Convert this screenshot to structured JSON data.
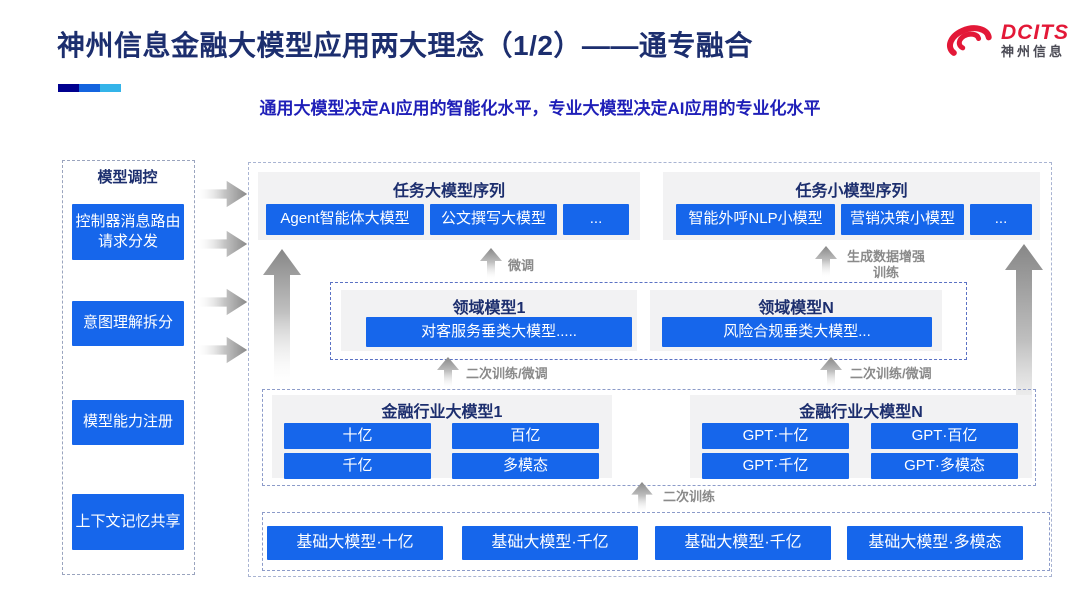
{
  "header": {
    "title": "神州信息金融大模型应用两大理念（1/2）——通专融合",
    "subtitle": "通用大模型决定AI应用的智能化水平，专业大模型决定AI应用的专业化水平",
    "logo": {
      "brand": "DCITS",
      "brand_cn": "神州信息"
    },
    "accent_colors": [
      "#00008F",
      "#1464DF",
      "#34B4E9"
    ]
  },
  "colors": {
    "button_blue": "#1666EB",
    "navy": "#1C2E6E",
    "subtitle_blue": "#1F1FB8",
    "panel_gray": "#F2F2F3",
    "label_gray": "#8A8A8A",
    "logo_red": "#E31837"
  },
  "sidebar": {
    "title": "模型调控",
    "items": [
      {
        "label": "控制器消息路由请求分发"
      },
      {
        "label": "意图理解拆分"
      },
      {
        "label": "模型能力注册"
      },
      {
        "label": "上下文记忆共享"
      }
    ]
  },
  "diagram": {
    "task_large": {
      "title": "任务大模型序列",
      "items": [
        "Agent智能体大模型",
        "公文撰写大模型",
        "..."
      ]
    },
    "task_small": {
      "title": "任务小模型序列",
      "items": [
        "智能外呼NLP小模型",
        "营销决策小模型",
        "..."
      ]
    },
    "domain1": {
      "title": "领域模型1",
      "item": "对客服务垂类大模型....."
    },
    "domainN": {
      "title": "领域模型N",
      "item": "风险合规垂类大模型..."
    },
    "industry1": {
      "title": "金融行业大模型1",
      "items": [
        "十亿",
        "百亿",
        "千亿",
        "多模态"
      ]
    },
    "industryN": {
      "title": "金融行业大模型N",
      "items": [
        "GPT·十亿",
        "GPT·百亿",
        "GPT·千亿",
        "GPT·多模态"
      ]
    },
    "base_models": [
      "基础大模型·十亿",
      "基础大模型·千亿",
      "基础大模型·千亿",
      "基础大模型·多模态"
    ],
    "flow_labels": {
      "fine_tune": "微调",
      "gen_data_train": "生成数据增强训练",
      "second_train_ft_left": "二次训练/微调",
      "second_train_ft_right": "二次训练/微调",
      "second_train": "二次训练"
    }
  }
}
